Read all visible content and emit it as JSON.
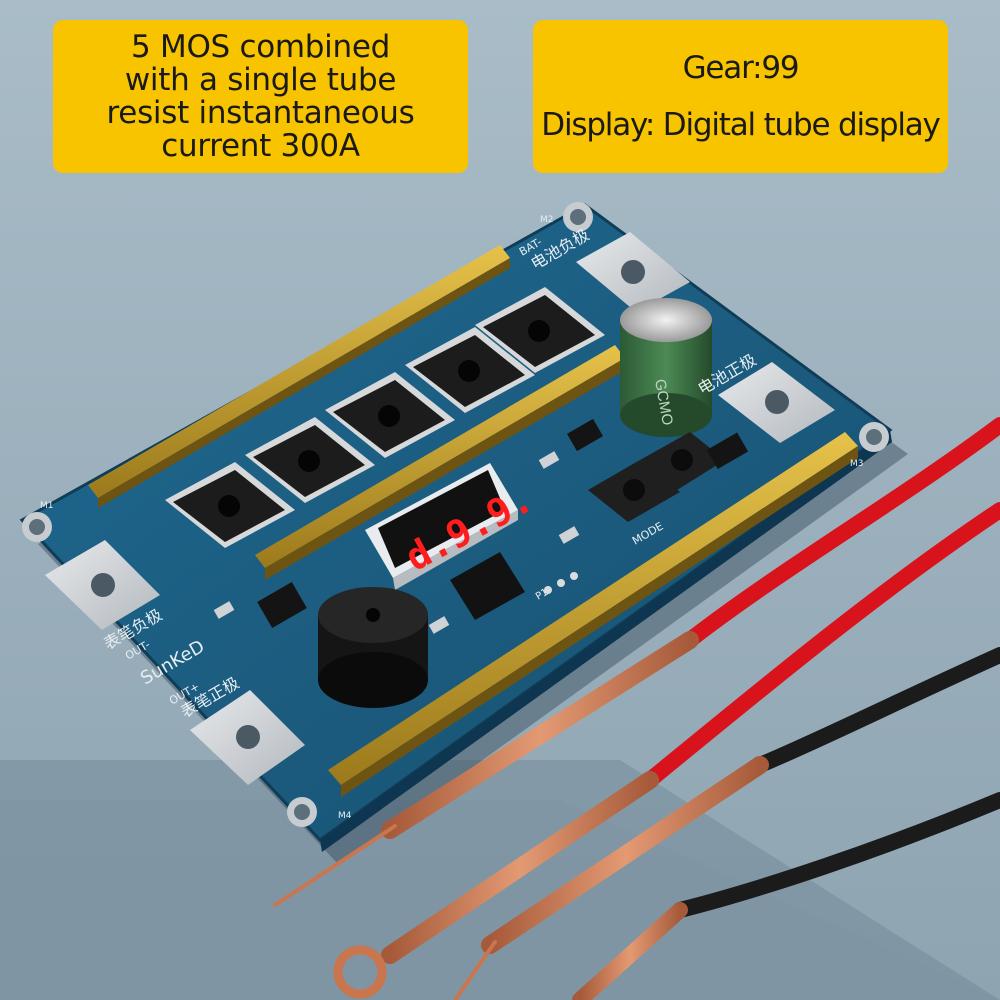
{
  "banners": {
    "left": {
      "lines": [
        "5 MOS combined",
        "with a single tube",
        "resist instantaneous",
        "current 300A"
      ]
    },
    "right": {
      "gear": "Gear:99",
      "display": "Display: Digital tube display"
    }
  },
  "board": {
    "display_readout": "d.9.9.",
    "brand": "SunKeD",
    "label_bat_minus": "BAT-",
    "label_bat_neg_cn": "电池负极",
    "label_bat_pos_cn": "电池正极",
    "label_out_minus": "OUT-",
    "label_pen_neg_cn": "表笔负极",
    "label_out_plus": "OUT+",
    "label_pen_pos_cn": "表笔正极",
    "label_mode": "MODE",
    "label_p1": "P1",
    "capacitor_marking": "GCMO",
    "mount_labels": [
      "M1",
      "M2",
      "M3",
      "M4"
    ]
  },
  "colors": {
    "banner": "#f8c400",
    "pcb": "#1d5e86",
    "copper_bar": "#c9a232",
    "led_red": "#ff1e1e",
    "wire_red": "#d8131b",
    "wire_black": "#1b1b1b",
    "copper_pen": "#c9764f"
  }
}
